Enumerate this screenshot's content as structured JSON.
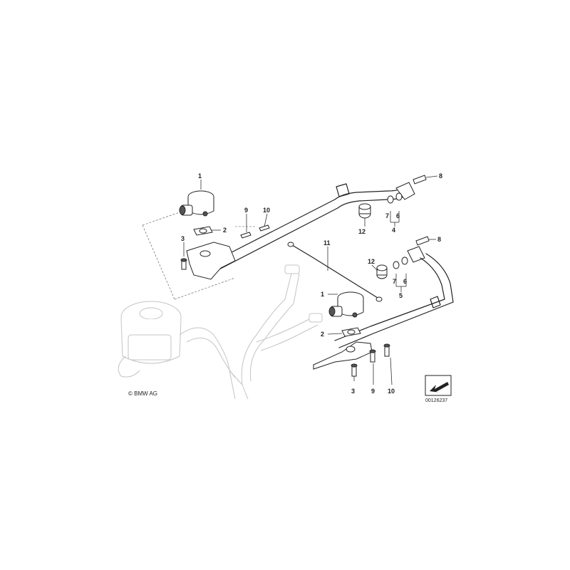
{
  "labels": {
    "l1a": "1",
    "l2a": "2",
    "l3a": "3",
    "l9a": "9",
    "l10a": "10",
    "l8a": "8",
    "l7a": "7",
    "l6a": "6",
    "l4": "4",
    "l12a": "12",
    "l11": "11",
    "l12b": "12",
    "l8b": "8",
    "l7b": "7",
    "l6b": "6",
    "l5": "5",
    "l1b": "1",
    "l2b": "2",
    "l3b": "3",
    "l9b": "9",
    "l10b": "10"
  },
  "copyright": "© BMW AG",
  "doc_number": "00126237"
}
